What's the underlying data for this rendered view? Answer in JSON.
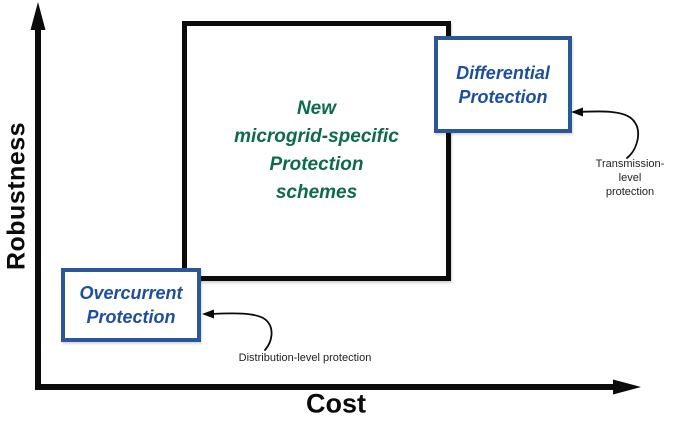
{
  "axes": {
    "y_label": "Robustness",
    "x_label": "Cost"
  },
  "center_box": {
    "label": "New\nmicrogrid-specific\nProtection\nschemes"
  },
  "differential_box": {
    "label": "Differential\nProtection"
  },
  "overcurrent_box": {
    "label": "Overcurrent\nProtection"
  },
  "annotations": {
    "transmission": "Transmission-level\nprotection",
    "distribution": "Distribution-level protection"
  },
  "colors": {
    "axis_black": "#0b0b0b",
    "blue_border": "#2b5796",
    "blue_text": "#1d4f9c",
    "green_text": "#0e6b4a",
    "annotation_text": "#1f1f1f"
  }
}
